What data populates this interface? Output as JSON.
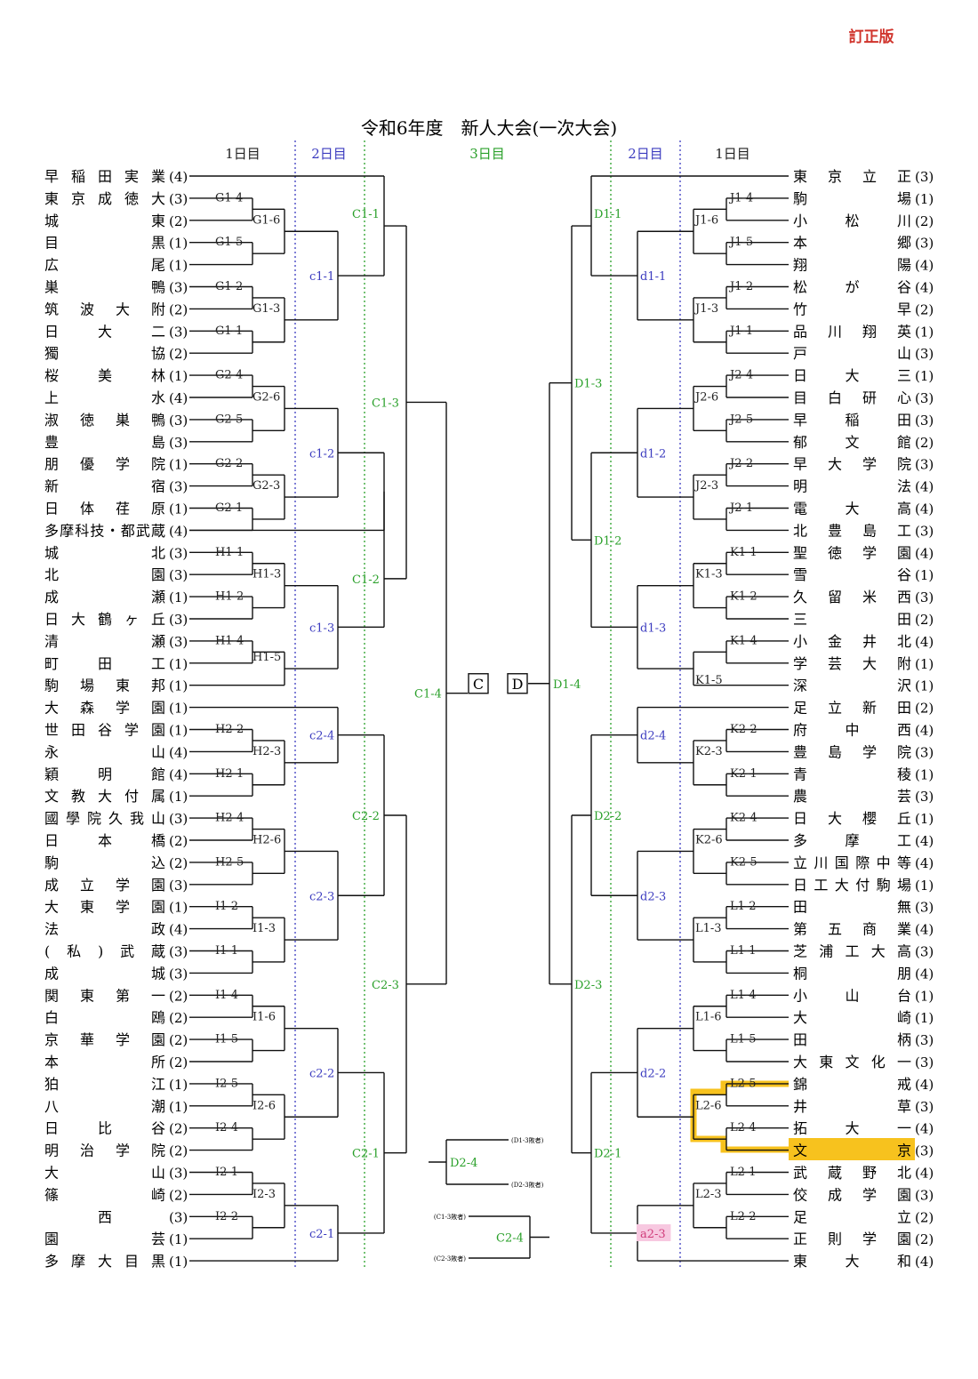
{
  "header": {
    "correction": "訂正版",
    "title": "令和6年度　新人大会(一次大会)"
  },
  "day_labels": {
    "day1": "1日目",
    "day2": "2日目",
    "day3": "3日目"
  },
  "colors": {
    "day2": "#3b3bbf",
    "day3": "#2aa02a",
    "correction": "#d0342c",
    "highlight": "#f7c21e",
    "pink": "#f7c8e0",
    "pink_text": "#d03c7a"
  },
  "left_teams": [
    {
      "name": "早稲田実業",
      "seed": "(4)"
    },
    {
      "name": "東京成徳大",
      "seed": "(3)"
    },
    {
      "name": "城東",
      "seed": "(2)"
    },
    {
      "name": "目黒",
      "seed": "(1)"
    },
    {
      "name": "広尾",
      "seed": "(1)"
    },
    {
      "name": "巣鴨",
      "seed": "(3)"
    },
    {
      "name": "筑波大附",
      "seed": "(2)"
    },
    {
      "name": "日大二",
      "seed": "(3)"
    },
    {
      "name": "獨協",
      "seed": "(2)"
    },
    {
      "name": "桜美林",
      "seed": "(1)"
    },
    {
      "name": "上水",
      "seed": "(4)"
    },
    {
      "name": "淑徳巣鴨",
      "seed": "(3)"
    },
    {
      "name": "豊島",
      "seed": "(3)"
    },
    {
      "name": "朋優学院",
      "seed": "(1)"
    },
    {
      "name": "新宿",
      "seed": "(3)"
    },
    {
      "name": "日体荏原",
      "seed": "(1)"
    },
    {
      "name": "多摩科技・都武蔵",
      "seed": "(4)"
    },
    {
      "name": "城北",
      "seed": "(3)"
    },
    {
      "name": "北園",
      "seed": "(3)"
    },
    {
      "name": "成瀬",
      "seed": "(1)"
    },
    {
      "name": "日大鶴ヶ丘",
      "seed": "(3)"
    },
    {
      "name": "清瀬",
      "seed": "(3)"
    },
    {
      "name": "町田工",
      "seed": "(1)"
    },
    {
      "name": "駒場東邦",
      "seed": "(1)"
    },
    {
      "name": "大森学園",
      "seed": "(1)"
    },
    {
      "name": "世田谷学園",
      "seed": "(1)"
    },
    {
      "name": "永山",
      "seed": "(4)"
    },
    {
      "name": "穎明館",
      "seed": "(4)"
    },
    {
      "name": "文教大付属",
      "seed": "(1)"
    },
    {
      "name": "國學院久我山",
      "seed": "(3)"
    },
    {
      "name": "日本橋",
      "seed": "(2)"
    },
    {
      "name": "駒込",
      "seed": "(2)"
    },
    {
      "name": "成立学園",
      "seed": "(3)"
    },
    {
      "name": "大東学園",
      "seed": "(1)"
    },
    {
      "name": "法政",
      "seed": "(4)"
    },
    {
      "name": "(私)武蔵",
      "seed": "(3)"
    },
    {
      "name": "成城",
      "seed": "(3)"
    },
    {
      "name": "関東第一",
      "seed": "(2)"
    },
    {
      "name": "白鴎",
      "seed": "(2)"
    },
    {
      "name": "京華学園",
      "seed": "(2)"
    },
    {
      "name": "本所",
      "seed": "(2)"
    },
    {
      "name": "狛江",
      "seed": "(1)"
    },
    {
      "name": "八潮",
      "seed": "(1)"
    },
    {
      "name": "日比谷",
      "seed": "(2)"
    },
    {
      "name": "明治学院",
      "seed": "(2)"
    },
    {
      "name": "大山",
      "seed": "(3)"
    },
    {
      "name": "篠崎",
      "seed": "(2)"
    },
    {
      "name": "西",
      "seed": "(3)"
    },
    {
      "name": "園芸",
      "seed": "(1)"
    },
    {
      "name": "多摩大目黒",
      "seed": "(1)"
    }
  ],
  "right_teams": [
    {
      "name": "東京立正",
      "seed": "(3)"
    },
    {
      "name": "駒場",
      "seed": "(1)"
    },
    {
      "name": "小松川",
      "seed": "(2)"
    },
    {
      "name": "本郷",
      "seed": "(3)"
    },
    {
      "name": "翔陽",
      "seed": "(4)"
    },
    {
      "name": "松が谷",
      "seed": "(4)"
    },
    {
      "name": "竹早",
      "seed": "(2)"
    },
    {
      "name": "品川翔英",
      "seed": "(1)"
    },
    {
      "name": "戸山",
      "seed": "(3)"
    },
    {
      "name": "日大三",
      "seed": "(1)"
    },
    {
      "name": "目白研心",
      "seed": "(3)"
    },
    {
      "name": "早稲田",
      "seed": "(3)"
    },
    {
      "name": "郁文館",
      "seed": "(2)"
    },
    {
      "name": "早大学院",
      "seed": "(3)"
    },
    {
      "name": "明法",
      "seed": "(4)"
    },
    {
      "name": "電大高",
      "seed": "(4)"
    },
    {
      "name": "北豊島工",
      "seed": "(3)"
    },
    {
      "name": "聖徳学園",
      "seed": "(4)"
    },
    {
      "name": "雪谷",
      "seed": "(1)"
    },
    {
      "name": "久留米西",
      "seed": "(3)"
    },
    {
      "name": "三田",
      "seed": "(2)"
    },
    {
      "name": "小金井北",
      "seed": "(4)"
    },
    {
      "name": "学芸大附",
      "seed": "(1)"
    },
    {
      "name": "深沢",
      "seed": "(1)"
    },
    {
      "name": "足立新田",
      "seed": "(2)"
    },
    {
      "name": "府中西",
      "seed": "(4)"
    },
    {
      "name": "豊島学院",
      "seed": "(3)"
    },
    {
      "name": "青稜",
      "seed": "(1)"
    },
    {
      "name": "農芸",
      "seed": "(3)"
    },
    {
      "name": "日大櫻丘",
      "seed": "(1)"
    },
    {
      "name": "多摩工",
      "seed": "(4)"
    },
    {
      "name": "立川国際中等",
      "seed": "(4)"
    },
    {
      "name": "日工大付駒場",
      "seed": "(1)"
    },
    {
      "name": "田無",
      "seed": "(3)"
    },
    {
      "name": "第五商業",
      "seed": "(4)"
    },
    {
      "name": "芝浦工大高",
      "seed": "(3)"
    },
    {
      "name": "桐朋",
      "seed": "(4)"
    },
    {
      "name": "小山台",
      "seed": "(1)"
    },
    {
      "name": "大崎",
      "seed": "(1)"
    },
    {
      "name": "田柄",
      "seed": "(3)"
    },
    {
      "name": "大東文化一",
      "seed": "(3)"
    },
    {
      "name": "錦戒",
      "seed": "(4)"
    },
    {
      "name": "井草",
      "seed": "(3)"
    },
    {
      "name": "拓大一",
      "seed": "(4)"
    },
    {
      "name": "文京",
      "seed": "(3)"
    },
    {
      "name": "武蔵野北",
      "seed": "(4)"
    },
    {
      "name": "佼成学園",
      "seed": "(3)"
    },
    {
      "name": "足立",
      "seed": "(2)"
    },
    {
      "name": "正則学園",
      "seed": "(2)"
    },
    {
      "name": "東大和",
      "seed": "(4)"
    }
  ],
  "match_labels": {
    "G1-4": "G1-4",
    "G1-5": "G1-5",
    "G1-6": "G1-6",
    "G1-2": "G1-2",
    "G1-1": "G1-1",
    "G1-3": "G1-3",
    "G2-4": "G2-4",
    "G2-5": "G2-5",
    "G2-6": "G2-6",
    "G2-2": "G2-2",
    "G2-1": "G2-1",
    "G2-3": "G2-3",
    "H1-1": "H1-1",
    "H1-2": "H1-2",
    "H1-3": "H1-3",
    "H1-4": "H1-4",
    "H1-5": "H1-5",
    "H2-2": "H2-2",
    "H2-1": "H2-1",
    "H2-3": "H2-3",
    "H2-4": "H2-4",
    "H2-5": "H2-5",
    "H2-6": "H2-6",
    "I1-2": "I1-2",
    "I1-1": "I1-1",
    "I1-3": "I1-3",
    "I1-4": "I1-4",
    "I1-5": "I1-5",
    "I1-6": "I1-6",
    "I2-5": "I2-5",
    "I2-4": "I2-4",
    "I2-6": "I2-6",
    "I2-1": "I2-1",
    "I2-2": "I2-2",
    "I2-3": "I2-3",
    "J1-4": "J1-4",
    "J1-5": "J1-5",
    "J1-6": "J1-6",
    "J1-2": "J1-2",
    "J1-1": "J1-1",
    "J1-3": "J1-3",
    "J2-4": "J2-4",
    "J2-5": "J2-5",
    "J2-6": "J2-6",
    "J2-2": "J2-2",
    "J2-1": "J2-1",
    "J2-3": "J2-3",
    "K1-1": "K1-1",
    "K1-2": "K1-2",
    "K1-3": "K1-3",
    "K1-4": "K1-4",
    "K1-5": "K1-5",
    "K2-2": "K2-2",
    "K2-1": "K2-1",
    "K2-3": "K2-3",
    "K2-4": "K2-4",
    "K2-5": "K2-5",
    "K2-6": "K2-6",
    "L1-2": "L1-2",
    "L1-1": "L1-1",
    "L1-3": "L1-3",
    "L1-4": "L1-4",
    "L1-5": "L1-5",
    "L1-6": "L1-6",
    "L2-5": "L2-5",
    "L2-4": "L2-4",
    "L2-6": "L2-6",
    "L2-1": "L2-1",
    "L2-2": "L2-2",
    "L2-3": "L2-3",
    "c1-1": "c1-1",
    "c1-2": "c1-2",
    "c1-3": "c1-3",
    "c2-4": "c2-4",
    "c2-3": "c2-3",
    "c2-2": "c2-2",
    "c2-1": "c2-1",
    "d1-1": "d1-1",
    "d1-2": "d1-2",
    "d1-3": "d1-3",
    "d2-4": "d2-4",
    "d2-3": "d2-3",
    "d2-2": "d2-2",
    "a2-3": "a2-3",
    "C1-1": "C1-1",
    "C1-3": "C1-3",
    "C1-2": "C1-2",
    "C1-4": "C1-4",
    "C2-2": "C2-2",
    "C2-3": "C2-3",
    "C2-1": "C2-1",
    "D1-1": "D1-1",
    "D1-3": "D1-3",
    "D1-2": "D1-2",
    "D1-4": "D1-4",
    "D2-2": "D2-2",
    "D2-3": "D2-3",
    "D2-1": "D2-1",
    "D2-4": "D2-4",
    "C2-4": "C2-4"
  },
  "finals": {
    "C": "C",
    "D": "D"
  },
  "notes": {
    "d1_loser": "(D1-3敗者)",
    "d2_loser": "(D2-3敗者)",
    "c1_loser": "(C1-3敗者)",
    "c2_loser": "(C2-3敗者)"
  }
}
